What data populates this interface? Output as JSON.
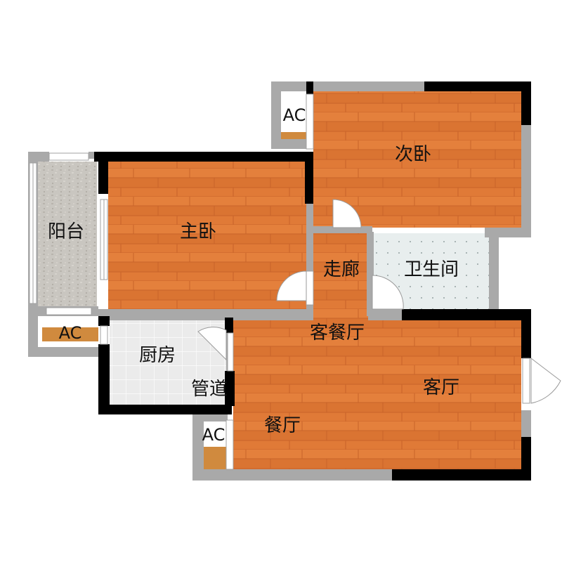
{
  "rooms": {
    "master_bedroom": "主卧",
    "second_bedroom": "次卧",
    "balcony": "阳台",
    "corridor": "走廊",
    "bathroom": "卫生间",
    "living_dining": "客餐厅",
    "kitchen": "厨房",
    "pipe_shaft": "管道",
    "living_room": "客厅",
    "dining_room": "餐厅"
  },
  "ac_units": [
    "AC",
    "AC",
    "AC"
  ],
  "colors": {
    "wood": "#e07a37",
    "wood_dark": "#c8632a",
    "wall_gray": "#a9a9a9",
    "wall_black": "#000000",
    "tile_light": "#e6e6e6",
    "balcony_stone": "#c9c6c0",
    "ac_box": "#d08a3e"
  }
}
